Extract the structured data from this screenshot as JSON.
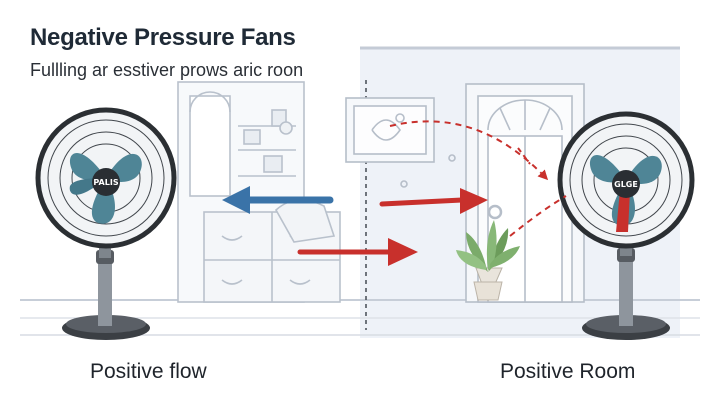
{
  "title": "Negative Pressure Fans",
  "subtitle": "Fullling ar esstiver prows aric roon",
  "captions": {
    "left": "Positive flow",
    "right": "Positive Room"
  },
  "fans": {
    "left_badge": "PALIS",
    "right_badge": "GLGE"
  },
  "colors": {
    "fan_blade": "#4f8596",
    "fan_cage": "#2b2f33",
    "arrow_red": "#c8302c",
    "arrow_blue": "#3a73a8",
    "wall_line": "#aeb8c6",
    "room_tint": "#eef2f8"
  },
  "icons": [
    "fan-icon",
    "potted-plant-icon",
    "door-icon",
    "window-icon",
    "cabinet-icon",
    "picture-frame-icon"
  ]
}
